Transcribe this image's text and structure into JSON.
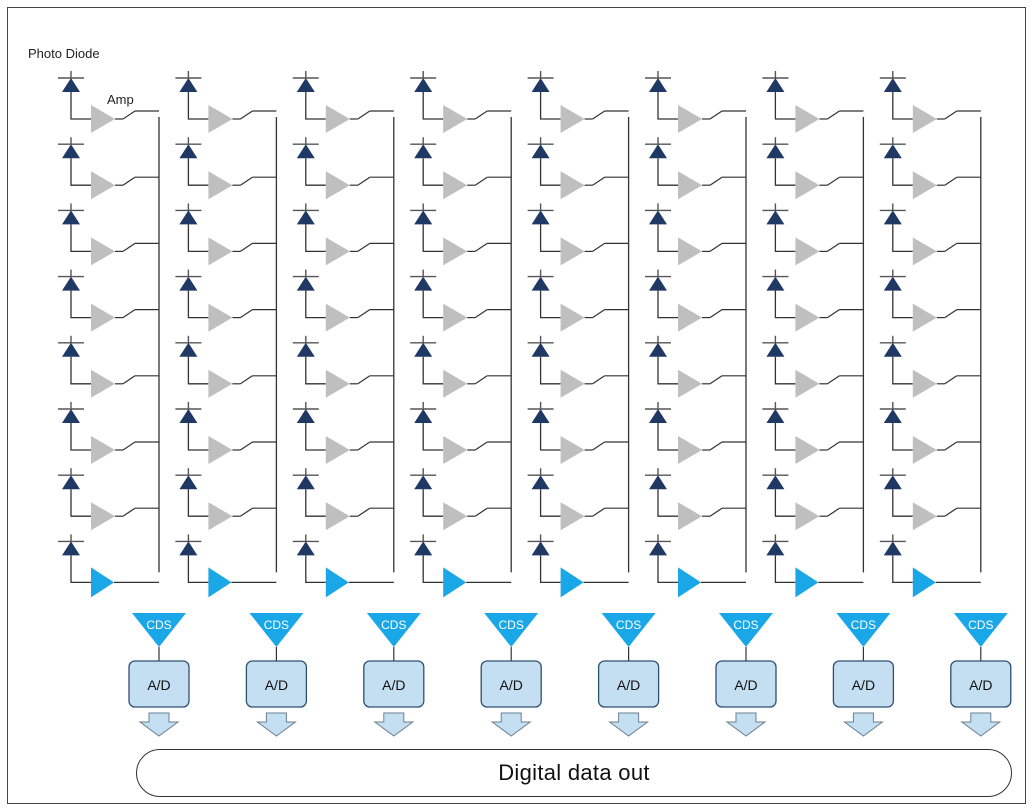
{
  "labels": {
    "photo_diode": "Photo Diode",
    "amp": "Amp",
    "cds": "CDS",
    "adc": "A/D",
    "output": "Digital data out"
  },
  "grid": {
    "columns": 8,
    "rows": 8
  },
  "colors": {
    "diode": "#1f3864",
    "amplifier": "#bfbfbf",
    "column_amplifier": "#1aa7e8",
    "cds": "#1aa7e8",
    "adc_fill": "#c5dff2",
    "adc_border": "#2f4f6f",
    "arrow_fill": "#c5dff2",
    "wire": "#333333"
  }
}
